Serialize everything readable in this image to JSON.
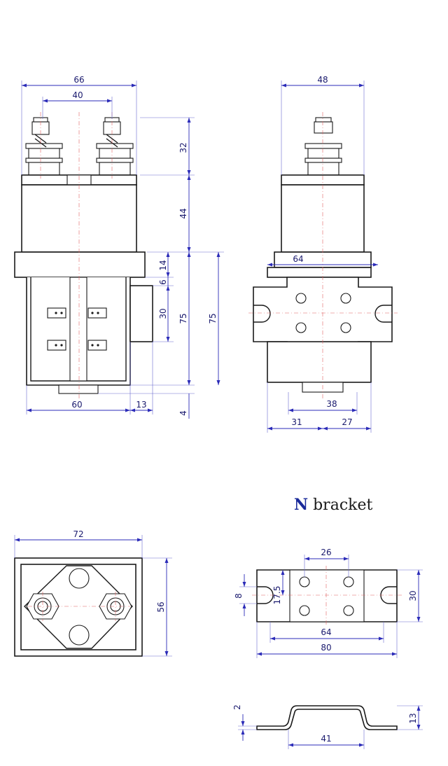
{
  "title": {
    "letter": "N",
    "text": " bracket"
  },
  "front_view": {
    "width": "66",
    "terminal_spacing": "40",
    "terminal_height": "32",
    "body_height": "44",
    "flange": "14",
    "gap": "6",
    "side_box": "30",
    "lower_height": "75",
    "total_lower": "75",
    "base_width": "60",
    "side_box_width": "13",
    "foot": "4"
  },
  "side_view": {
    "width": "48",
    "bracket_width": "64",
    "base_width": "38",
    "left_offset": "31",
    "right_offset": "27"
  },
  "top_view": {
    "width": "72",
    "height": "56"
  },
  "bracket_top": {
    "hole_spacing": "26",
    "slot": "8",
    "slot_center": "17.5",
    "height": "30",
    "hole_span": "64",
    "width": "80"
  },
  "bracket_side": {
    "thickness": "2",
    "height": "13",
    "bottom": "41"
  },
  "colors": {
    "dimension": "#2b2bb8",
    "centerline": "#e06060",
    "outline": "#1a1a1a"
  }
}
